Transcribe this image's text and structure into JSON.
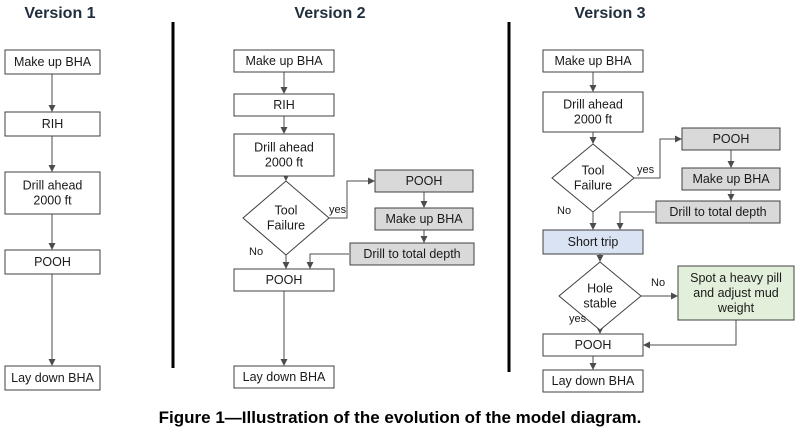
{
  "columns": [
    {
      "title": "Version 1",
      "nodes": [
        {
          "id": "v1-make",
          "label": "Make up BHA"
        },
        {
          "id": "v1-rih",
          "label": "RIH"
        },
        {
          "id": "v1-drill",
          "label": "Drill ahead\n2000 ft"
        },
        {
          "id": "v1-pooh",
          "label": "POOH"
        },
        {
          "id": "v1-lay",
          "label": "Lay down BHA"
        }
      ]
    },
    {
      "title": "Version 2",
      "nodes": [
        {
          "id": "v2-make",
          "label": "Make up BHA"
        },
        {
          "id": "v2-rih",
          "label": "RIH"
        },
        {
          "id": "v2-drill",
          "label": "Drill ahead\n2000 ft"
        },
        {
          "id": "v2-tool",
          "label": "Tool\nFailure",
          "shape": "decision"
        },
        {
          "id": "v2-pooh-r",
          "label": "POOH",
          "fill": "#d9d9d9"
        },
        {
          "id": "v2-make-r",
          "label": "Make up BHA",
          "fill": "#d9d9d9"
        },
        {
          "id": "v2-total",
          "label": "Drill to total depth",
          "fill": "#d9d9d9"
        },
        {
          "id": "v2-pooh",
          "label": "POOH"
        },
        {
          "id": "v2-lay",
          "label": "Lay down BHA"
        }
      ],
      "edge_labels": {
        "yes": "yes",
        "no": "No"
      }
    },
    {
      "title": "Version 3",
      "nodes": [
        {
          "id": "v3-make",
          "label": "Make up BHA"
        },
        {
          "id": "v3-drill",
          "label": "Drill ahead\n2000 ft"
        },
        {
          "id": "v3-tool",
          "label": "Tool\nFailure",
          "shape": "decision"
        },
        {
          "id": "v3-pooh-r",
          "label": "POOH",
          "fill": "#d9d9d9"
        },
        {
          "id": "v3-make-r",
          "label": "Make up BHA",
          "fill": "#d9d9d9"
        },
        {
          "id": "v3-total",
          "label": "Drill to total depth",
          "fill": "#d9d9d9"
        },
        {
          "id": "v3-short",
          "label": "Short trip",
          "fill": "#dae3f3"
        },
        {
          "id": "v3-hole",
          "label": "Hole\nstable",
          "shape": "decision"
        },
        {
          "id": "v3-spot",
          "label": "Spot a heavy pill\nand adjust mud\nweight",
          "fill": "#e2efda"
        },
        {
          "id": "v3-pooh",
          "label": "POOH"
        },
        {
          "id": "v3-lay",
          "label": "Lay down BHA"
        }
      ],
      "edge_labels": {
        "tool_yes": "yes",
        "tool_no": "No",
        "hole_no": "No",
        "hole_yes": "yes"
      }
    }
  ],
  "caption": "Figure 1—Illustration of the evolution of the model diagram.",
  "colors": {
    "line": "#4d4d4d",
    "divider": "#000000",
    "box_border": "#404040",
    "gray_fill": "#d9d9d9",
    "blue_fill": "#dae3f3",
    "green_fill": "#e2efda"
  }
}
